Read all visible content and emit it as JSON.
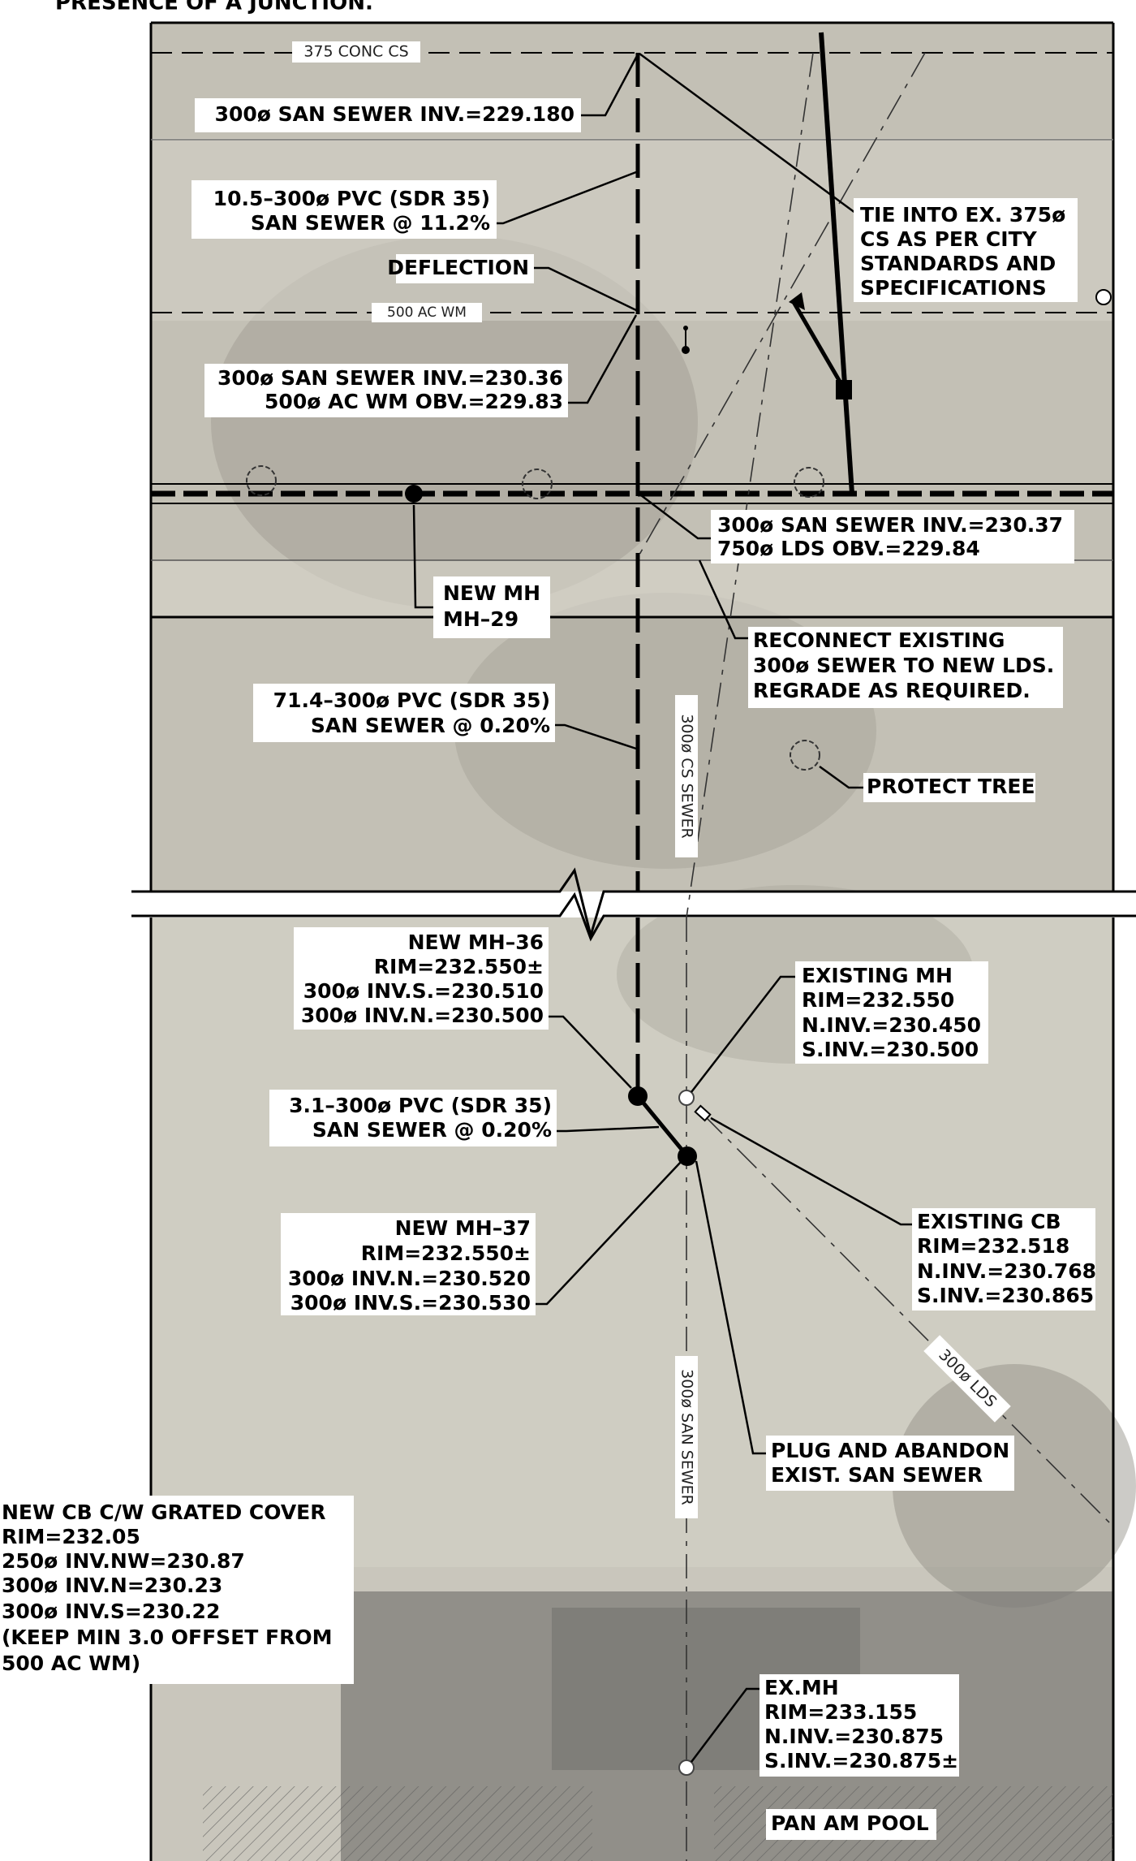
{
  "header": {
    "fragment": "PRESENCE OF A JUNCTION."
  },
  "colors": {
    "ink": "#000000",
    "label_bg": "#ffffff",
    "aerial": "#c8c5bb"
  },
  "pipe_tags": {
    "conc_cs": "375 CONC CS",
    "ac_wm": "500 AC WM",
    "cs_sewer": "300ø CS SEWER",
    "san_sewer": "300ø SAN SEWER",
    "lds": "300ø LDS"
  },
  "labels": {
    "inv_top": [
      "300ø SAN SEWER INV.=229.180"
    ],
    "pvc_top": [
      "10.5–300ø PVC (SDR 35)",
      "SAN SEWER @ 11.2%"
    ],
    "deflection": [
      "DEFLECTION"
    ],
    "tie_in": [
      "TIE INTO EX. 375ø",
      "CS AS PER CITY",
      "STANDARDS AND",
      "SPECIFICATIONS"
    ],
    "crossing_wm": [
      "300ø SAN SEWER INV.=230.36",
      "500ø AC WM OBV.=229.83"
    ],
    "crossing_lds": [
      "300ø SAN SEWER INV.=230.37",
      "750ø LDS OBV.=229.84"
    ],
    "new_mh29": [
      "NEW MH",
      "MH–29"
    ],
    "reconnect": [
      "RECONNECT EXISTING",
      "300ø SEWER TO NEW LDS.",
      "REGRADE AS REQUIRED."
    ],
    "pvc_mid": [
      "71.4–300ø PVC (SDR 35)",
      "SAN SEWER @ 0.20%"
    ],
    "protect_tree": [
      "PROTECT TREE"
    ],
    "new_mh36": [
      "NEW MH–36",
      "RIM=232.550±",
      "300ø INV.S.=230.510",
      "300ø INV.N.=230.500"
    ],
    "existing_mh": [
      "EXISTING MH",
      "RIM=232.550",
      "N.INV.=230.450",
      "S.INV.=230.500"
    ],
    "pvc_low": [
      "3.1–300ø PVC (SDR 35)",
      "SAN SEWER @ 0.20%"
    ],
    "existing_cb": [
      "EXISTING CB",
      "RIM=232.518",
      "N.INV.=230.768",
      "S.INV.=230.865"
    ],
    "new_mh37": [
      "NEW MH–37",
      "RIM=232.550±",
      "300ø INV.N.=230.520",
      "300ø INV.S.=230.530"
    ],
    "plug": [
      "PLUG AND ABANDON",
      "EXIST. SAN SEWER"
    ],
    "new_cb": [
      "NEW CB C/W GRATED COVER",
      "RIM=232.05",
      "250ø INV.NW=230.87",
      "300ø INV.N=230.23",
      "300ø INV.S=230.22",
      "(KEEP MIN 3.0 OFFSET FROM",
      "500 AC WM)"
    ],
    "ex_mh": [
      "EX.MH",
      "RIM=233.155",
      "N.INV.=230.875",
      "S.INV.=230.875±"
    ],
    "pool": [
      "PAN AM POOL"
    ]
  }
}
